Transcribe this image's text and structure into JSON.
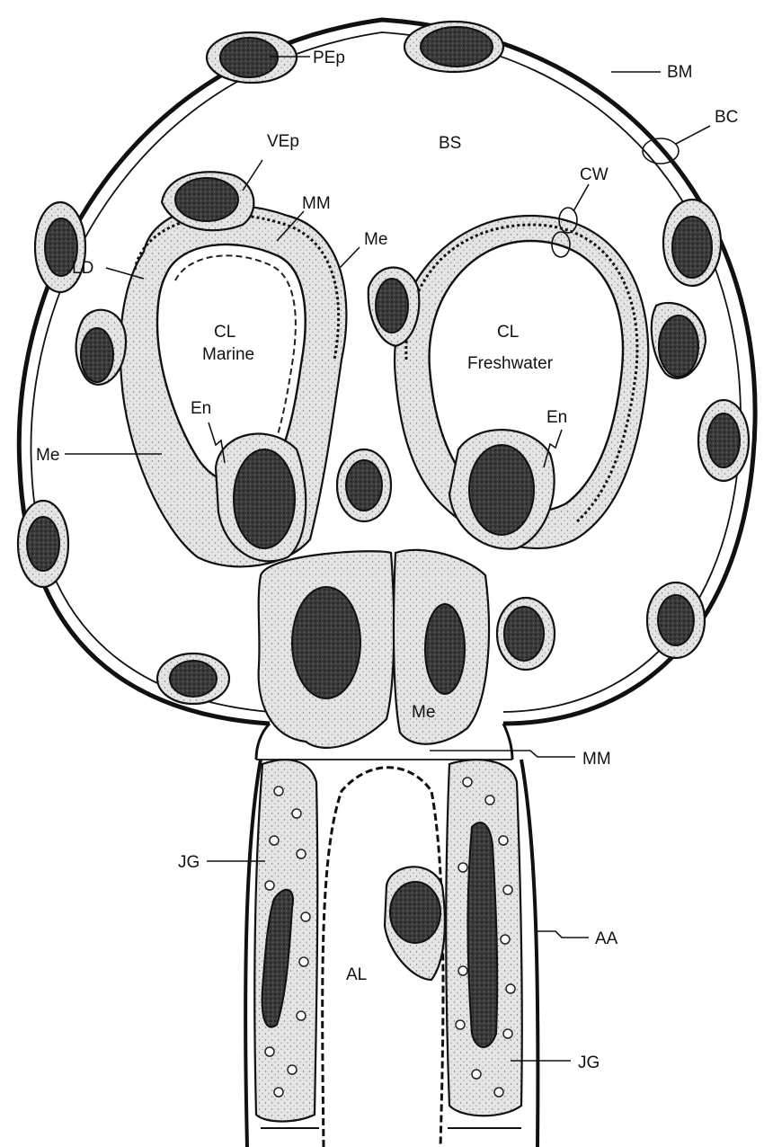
{
  "labels": {
    "pep": "PEp",
    "bm": "BM",
    "bc": "BC",
    "bs": "BS",
    "vep": "VEp",
    "cw": "CW",
    "mm_top": "MM",
    "me_top": "Me",
    "ld": "LD",
    "cl_left": "CL",
    "marine": "Marine",
    "cl_right": "CL",
    "freshwater": "Freshwater",
    "en_left": "En",
    "en_right": "En",
    "me_left": "Me",
    "me_center": "Me",
    "mm_bottom": "MM",
    "jg_left": "JG",
    "aa": "AA",
    "al": "AL",
    "jg_right": "JG"
  }
}
